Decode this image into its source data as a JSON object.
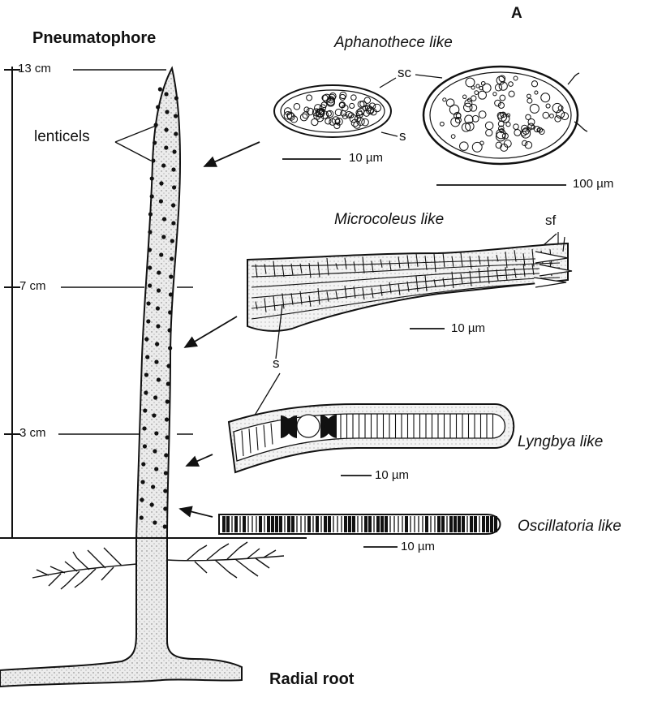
{
  "figure": {
    "panel_label": "A",
    "pneumatophore_label": "Pneumatophore",
    "radial_root_label": "Radial root",
    "lenticels_label": "lenticels",
    "scale": {
      "top": "13 cm",
      "mid": "7 cm",
      "low": "3 cm"
    }
  },
  "organisms": {
    "aphanothece": {
      "title": "Aphanothece like",
      "sc": "sc",
      "s": "s",
      "scale_small": "10 µm",
      "scale_large": "100 µm"
    },
    "microcoleus": {
      "title": "Microcoleus like",
      "sf": "sf",
      "s": "s",
      "scale": "10 µm"
    },
    "lyngbya": {
      "title": "Lyngbya like",
      "scale": "10 µm"
    },
    "oscillatoria": {
      "title": "Oscillatoria like",
      "scale": "10 µm"
    }
  },
  "colors": {
    "ink": "#111111",
    "stipple": "#e9e9e9"
  }
}
